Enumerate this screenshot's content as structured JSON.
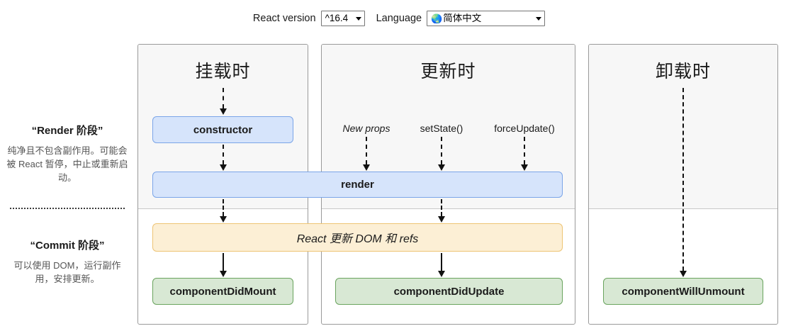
{
  "toolbar": {
    "version_label": "React version",
    "version_value": "^16.4",
    "language_label": "Language",
    "language_value": "简体中文",
    "globe_icon": "🌏"
  },
  "legend": {
    "render": {
      "title": "“Render 阶段”",
      "description": "纯净且不包含副作用。可能会被 React 暂停，中止或重新启动。"
    },
    "commit": {
      "title": "“Commit 阶段”",
      "description": "可以使用 DOM，运行副作用，安排更新。"
    }
  },
  "columns": [
    {
      "id": "mount",
      "title": "挂载时"
    },
    {
      "id": "update",
      "title": "更新时"
    },
    {
      "id": "unmount",
      "title": "卸载时"
    }
  ],
  "nodes": {
    "constructor": "constructor",
    "render": "render",
    "dom_refs": "React 更新 DOM 和 refs",
    "component_did_mount": "componentDidMount",
    "component_did_update": "componentDidUpdate",
    "component_will_unmount": "componentWillUnmount"
  },
  "triggers": [
    {
      "label": "New props",
      "italic": true
    },
    {
      "label": "setState()",
      "italic": false
    },
    {
      "label": "forceUpdate()",
      "italic": false
    }
  ],
  "colors": {
    "render_node": "#d6e4fb",
    "render_node_border": "#7ba5e8",
    "commit_node": "#fcefd5",
    "commit_node_border": "#eec474",
    "lifecycle_node": "#d8e8d4",
    "lifecycle_node_border": "#6aa45e",
    "render_zone_bg": "#f7f7f7"
  }
}
